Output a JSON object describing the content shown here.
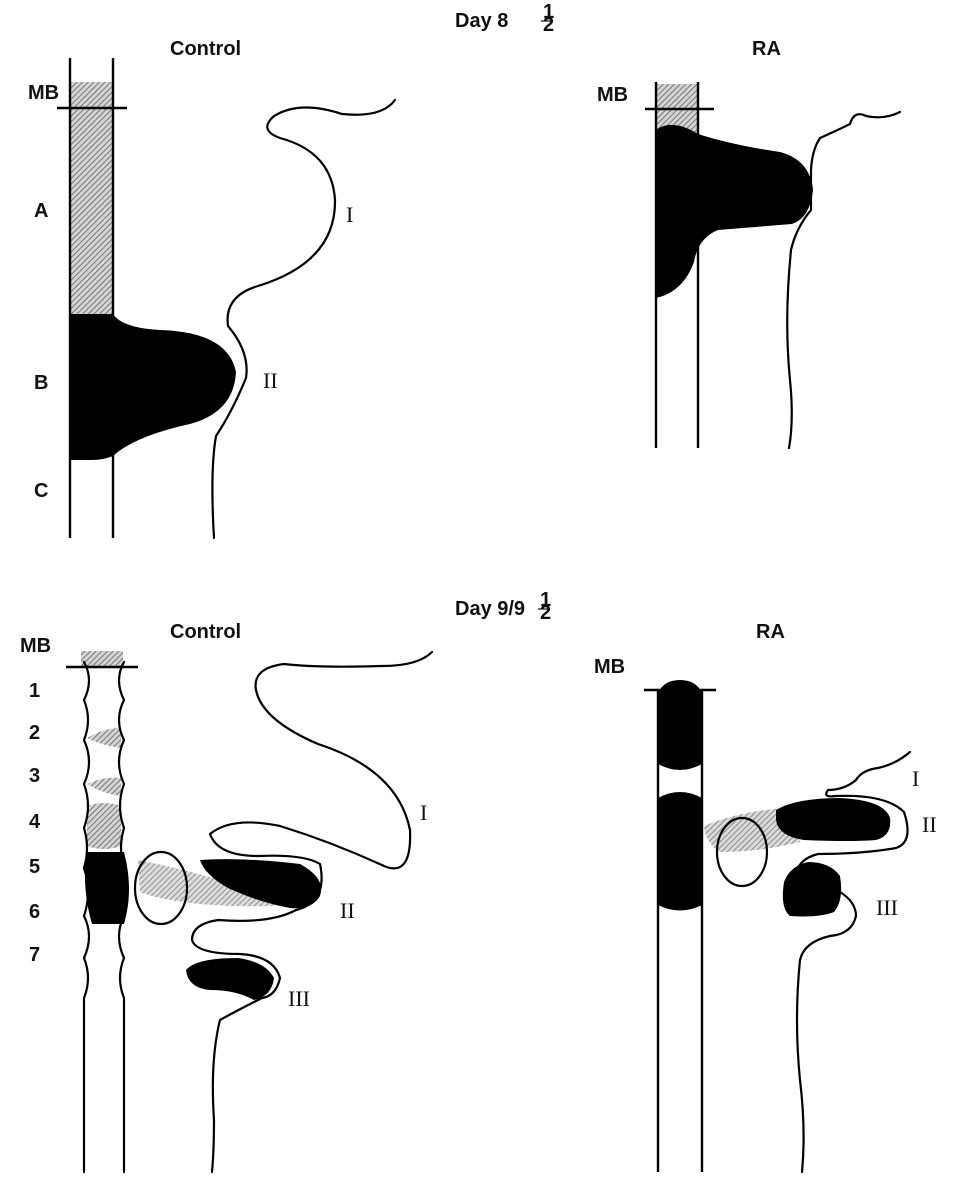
{
  "panel_top": {
    "title": "Day 8",
    "title_fraction": {
      "num": "1",
      "den": "2"
    },
    "control": {
      "heading": "Control",
      "mb_label": "MB",
      "rhombomere_labels": [
        "A",
        "B",
        "C"
      ],
      "arch_labels": [
        "I",
        "II"
      ]
    },
    "ra": {
      "heading": "RA",
      "mb_label": "MB"
    }
  },
  "panel_bottom": {
    "title": "Day 9/9",
    "title_fraction": {
      "num": "1",
      "den": "2"
    },
    "control": {
      "heading": "Control",
      "mb_label": "MB",
      "rhombomere_labels": [
        "1",
        "2",
        "3",
        "4",
        "5",
        "6",
        "7"
      ],
      "arch_labels": [
        "I",
        "II",
        "III"
      ]
    },
    "ra": {
      "heading": "RA",
      "mb_label": "MB",
      "arch_labels": [
        "I",
        "II",
        "III"
      ]
    }
  },
  "colors": {
    "ink": "#000000",
    "stipple": "#8a8a8a",
    "background": "#ffffff"
  }
}
